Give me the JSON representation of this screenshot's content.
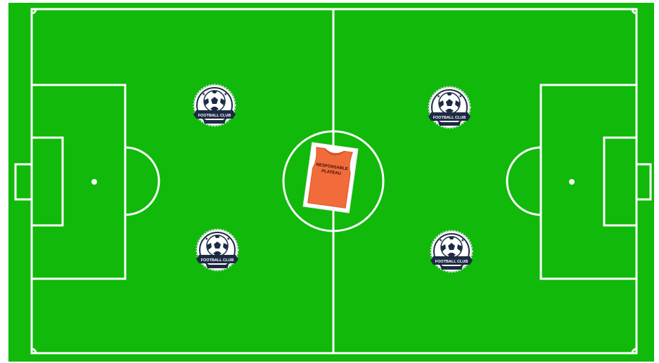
{
  "pitch": {
    "grass_color": "#10b90a",
    "line_color": "#ffffff"
  },
  "badges": [
    {
      "side": "left",
      "position": "top",
      "label": "FOOTBALL CLUB",
      "icon": "soccer-ball-icon"
    },
    {
      "side": "left",
      "position": "bottom",
      "label": "FOOTBALL CLUB",
      "icon": "soccer-ball-icon"
    },
    {
      "side": "right",
      "position": "top",
      "label": "FOOTBALL CLUB",
      "icon": "soccer-ball-icon"
    },
    {
      "side": "right",
      "position": "bottom",
      "label": "FOOTBALL CLUB",
      "icon": "soccer-ball-icon"
    }
  ],
  "bib": {
    "color": "#f26b3a",
    "line1": "RESPONSABLE",
    "line2": "PLATEAU"
  }
}
